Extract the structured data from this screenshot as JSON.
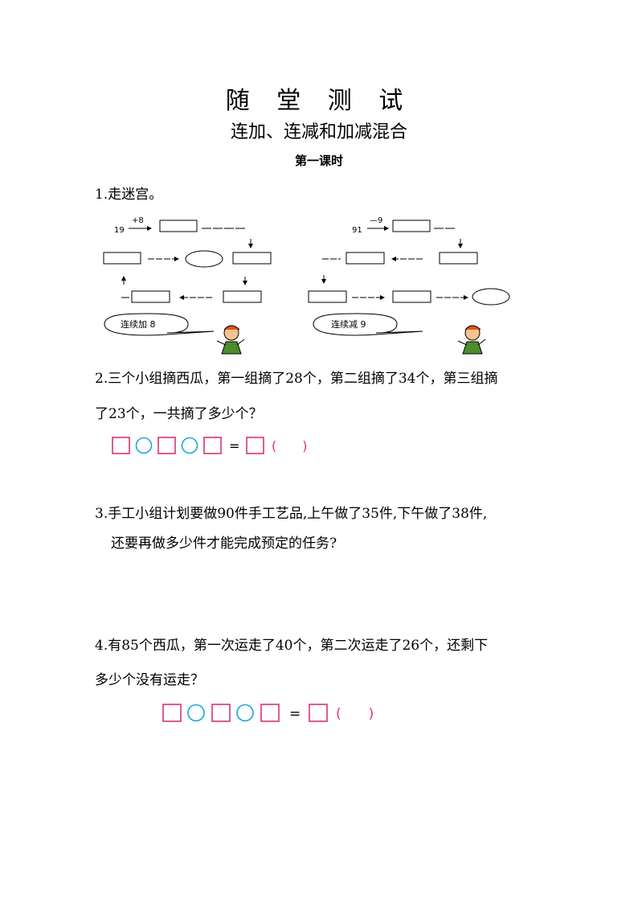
{
  "header": {
    "title": "随 堂 测 试",
    "subtitle": "连加、连减和加减混合",
    "lesson": "第一课时"
  },
  "q1": {
    "text": "1.走迷宫。",
    "left_maze": {
      "start": "19",
      "op": "+8",
      "bubble": "连续加 8"
    },
    "right_maze": {
      "start": "91",
      "op": "—9",
      "bubble": "连续减 9"
    }
  },
  "q2": {
    "line1": "2.三个小组摘西瓜，第一组摘了28个，第二组摘了34个，第三组摘",
    "line2": "了23个，一共摘了多少个？",
    "equals": "=",
    "paren": "(　　)"
  },
  "q3": {
    "line1": "3.手工小组计划要做90件手工艺品,上午做了35件,下午做了38件,",
    "line2": "还要再做多少件才能完成预定的任务?"
  },
  "q4": {
    "line1": "4.有85个西瓜，第一次运走了40个，第二次运走了26个，还剩下",
    "line2": "多少个没有运走？",
    "equals": "=",
    "paren": "(　　)"
  },
  "colors": {
    "box": "#d6337a",
    "circle": "#1ea6dc"
  }
}
